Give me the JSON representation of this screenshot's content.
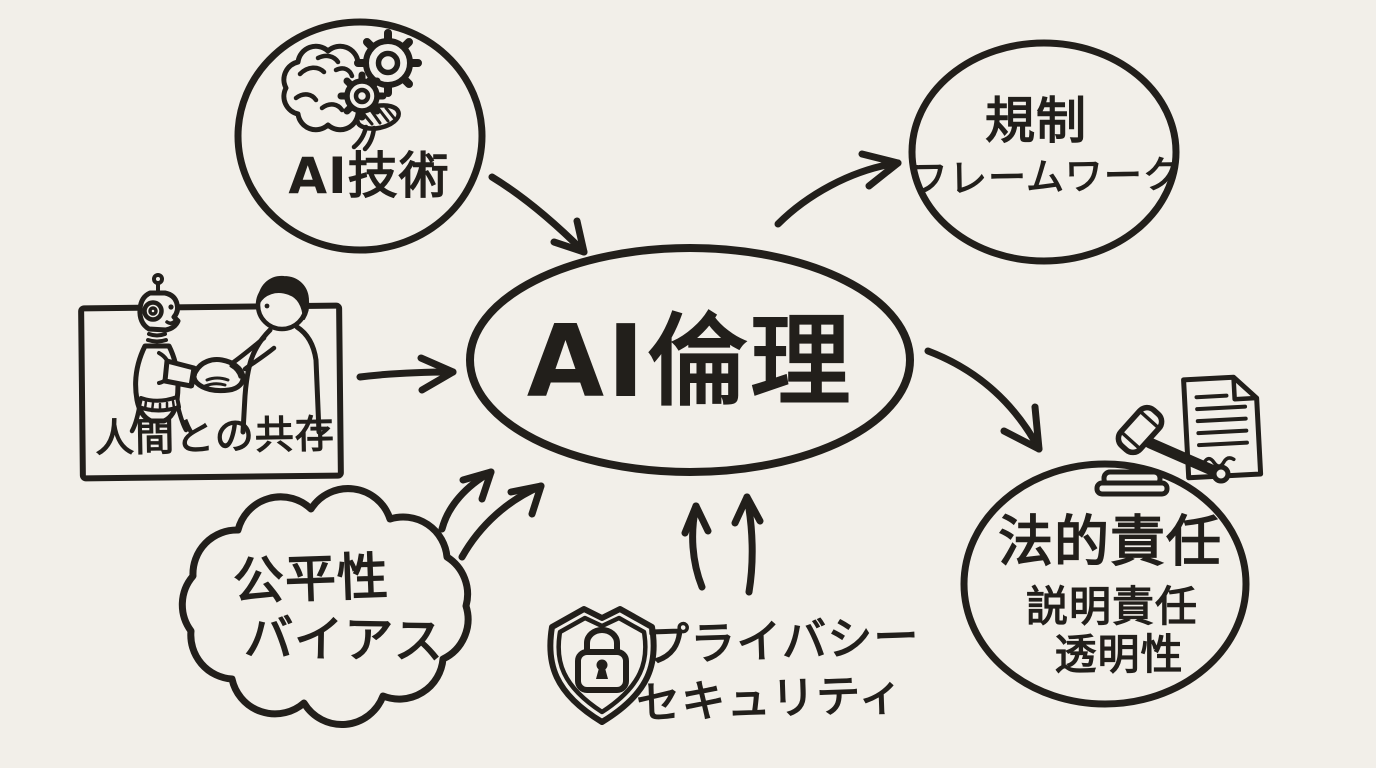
{
  "canvas": {
    "background_color": "#f2efe9",
    "ink_color": "#221f1b",
    "style": "hand-drawn whiteboard sketch"
  },
  "center": {
    "label": "AI倫理",
    "shape": "ellipse"
  },
  "nodes": {
    "ai_technology": {
      "label": "AI技術",
      "shape": "circle",
      "icon": "brain-gears-icon"
    },
    "regulation_framework": {
      "line1": "規制",
      "line2": "フレームワーク",
      "shape": "ellipse"
    },
    "human_coexistence": {
      "label": "人間との共存",
      "shape": "rectangle",
      "icon": "robot-human-handshake-icon"
    },
    "fairness_bias": {
      "line1": "公平性",
      "line2": "バイアス",
      "shape": "cloud"
    },
    "privacy_security": {
      "line1": "プライバシー",
      "line2": "セキュリティ",
      "icon": "shield-lock-icon"
    },
    "legal_responsibility": {
      "line1": "法的責任",
      "line2": "説明責任",
      "line3": "透明性",
      "shape": "ellipse",
      "icons": [
        "gavel-icon",
        "document-icon"
      ]
    }
  },
  "arrows": [
    {
      "from": "ai_technology",
      "to": "center"
    },
    {
      "from": "human_coexistence",
      "to": "center"
    },
    {
      "from": "fairness_bias",
      "to": "center",
      "count": 2
    },
    {
      "from": "privacy_security",
      "to": "center",
      "count": 2
    },
    {
      "from": "center",
      "to": "regulation_framework"
    },
    {
      "from": "center",
      "to": "legal_responsibility"
    }
  ]
}
